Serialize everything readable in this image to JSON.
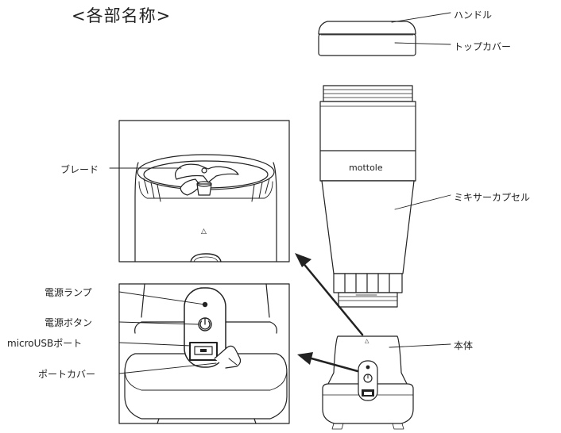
{
  "title": "<各部名称>",
  "labels": {
    "handle": "ハンドル",
    "top_cover": "トップカバー",
    "mixer_capsule": "ミキサーカプセル",
    "body": "本体",
    "blade": "ブレード",
    "power_lamp": "電源ランプ",
    "power_button": "電源ボタン",
    "usb_port": "microUSBポート",
    "port_cover": "ポートカバー"
  },
  "brand": "mottole",
  "marks": {
    "triangle": "△"
  },
  "icons": [
    "power-icon",
    "usb-port-icon",
    "arrow-icon"
  ]
}
